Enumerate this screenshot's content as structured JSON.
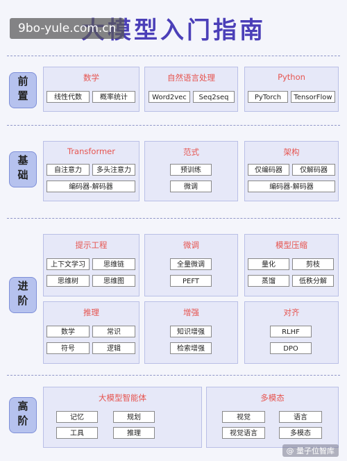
{
  "watermark": "9bo-yule.com.cn",
  "title": "大模型入门指南",
  "stages": {
    "pre": "前置",
    "basic": "基础",
    "advanced": "进阶",
    "high": "高阶"
  },
  "panels": {
    "math": {
      "title": "数学",
      "items": [
        "线性代数",
        "概率统计"
      ]
    },
    "nlp": {
      "title": "自然语言处理",
      "items": [
        "Word2vec",
        "Seq2seq"
      ]
    },
    "python": {
      "title": "Python",
      "items": [
        "PyTorch",
        "TensorFlow"
      ]
    },
    "transformer": {
      "title": "Transformer",
      "items": [
        "自注意力",
        "多头注意力",
        "编码器-解码器"
      ]
    },
    "paradigm": {
      "title": "范式",
      "items": [
        "预训练",
        "微调"
      ]
    },
    "arch": {
      "title": "架构",
      "items": [
        "仅编码器",
        "仅解码器",
        "编码器-解码器"
      ]
    },
    "prompt": {
      "title": "提示工程",
      "items": [
        "上下文学习",
        "思维链",
        "思维树",
        "思维图"
      ]
    },
    "finetune": {
      "title": "微调",
      "items": [
        "全量微调",
        "PEFT"
      ]
    },
    "compress": {
      "title": "模型压缩",
      "items": [
        "量化",
        "剪枝",
        "蒸馏",
        "低秩分解"
      ]
    },
    "reasoning": {
      "title": "推理",
      "items": [
        "数学",
        "常识",
        "符号",
        "逻辑"
      ]
    },
    "augment": {
      "title": "增强",
      "items": [
        "知识增强",
        "检索增强"
      ]
    },
    "align": {
      "title": "对齐",
      "items": [
        "RLHF",
        "DPO"
      ]
    },
    "agent": {
      "title": "大模型智能体",
      "items": [
        "记忆",
        "规划",
        "工具",
        "推理"
      ]
    },
    "multimodal": {
      "title": "多模态",
      "items": [
        "视觉",
        "语言",
        "视觉语言",
        "多模态"
      ]
    }
  },
  "corner_logo": "@ 量子位智库",
  "colors": {
    "title": "#4b3fb8",
    "panel_title": "#e6544f",
    "panel_bg": "#e6e8f8",
    "stage_bg": "#b6c2ee"
  }
}
